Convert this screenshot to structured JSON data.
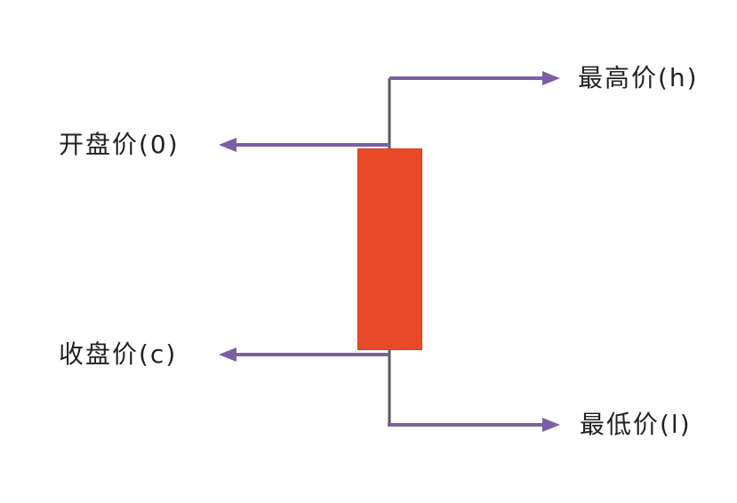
{
  "labels": {
    "high": "最高价(h)",
    "open": "开盘价(0)",
    "close": "收盘价(c)",
    "low": "最低价(l)"
  },
  "colors": {
    "background": "#ffffff",
    "candle_body": "#e84a28",
    "candle_body_edge": "#d8401f",
    "wick": "#5a5a5a",
    "arrow": "#7b5fa3",
    "text": "#222222"
  }
}
